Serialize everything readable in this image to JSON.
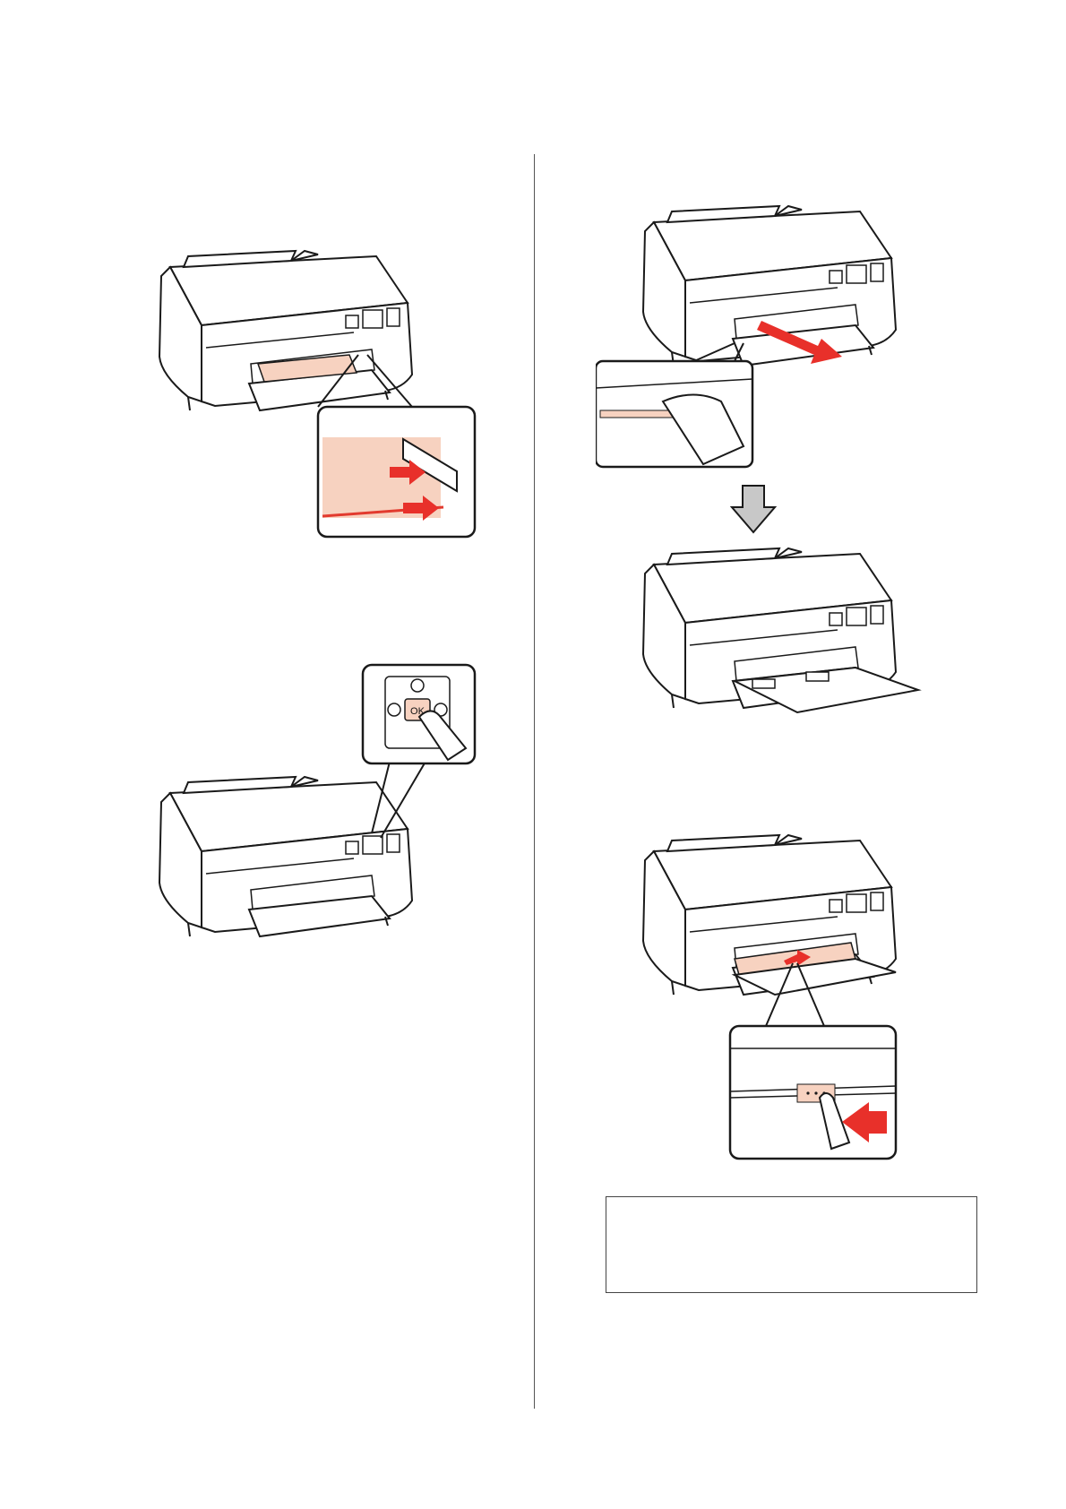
{
  "illustrations": {
    "ok_button_label": "OK"
  },
  "colors": {
    "paper": "#f7d2c0",
    "paper_line": "#e23a2e",
    "arrow_red": "#e8302a",
    "outline": "#1a1a1a",
    "down_arrow_fill": "#c8c8c8"
  },
  "icons": [
    "printer",
    "zoom-callout",
    "right-arrow",
    "down-arrow",
    "hand-pointer",
    "ok-button"
  ]
}
